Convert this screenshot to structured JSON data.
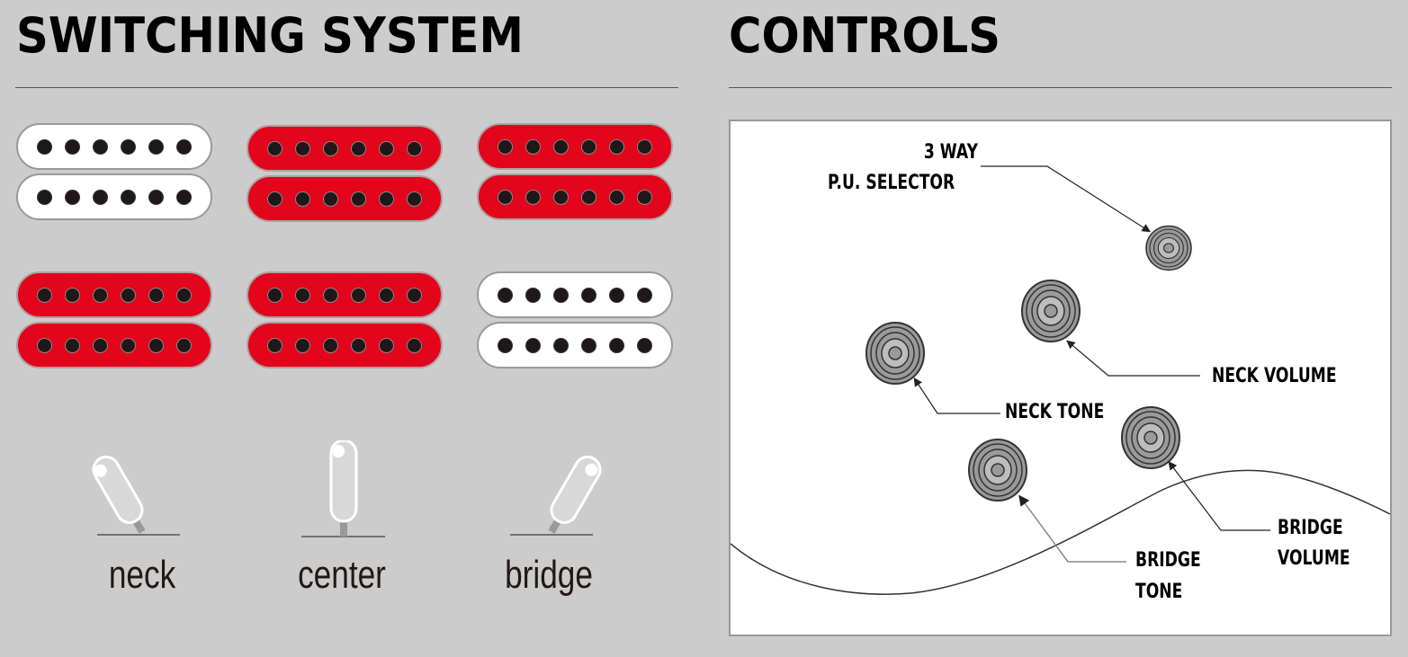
{
  "switching_system": {
    "title": "SWITCHING SYSTEM",
    "pickup_colors": {
      "active": "#e3051b",
      "inactive": "#ffffff"
    },
    "positions": [
      {
        "label": "neck",
        "neck_pickup": "active",
        "bridge_pickup": "inactive"
      },
      {
        "label": "center",
        "neck_pickup": "active",
        "bridge_pickup": "active"
      },
      {
        "label": "bridge",
        "neck_pickup": "inactive",
        "bridge_pickup": "active"
      }
    ]
  },
  "controls": {
    "title": "CONTROLS",
    "labels": {
      "selector_line1": "3 WAY",
      "selector_line2": "P.U. SELECTOR",
      "neck_volume": "NECK VOLUME",
      "neck_tone": "NECK TONE",
      "bridge_volume_line1": "BRIDGE",
      "bridge_volume_line2": "VOLUME",
      "bridge_tone_line1": "BRIDGE",
      "bridge_tone_line2": "TONE"
    }
  }
}
